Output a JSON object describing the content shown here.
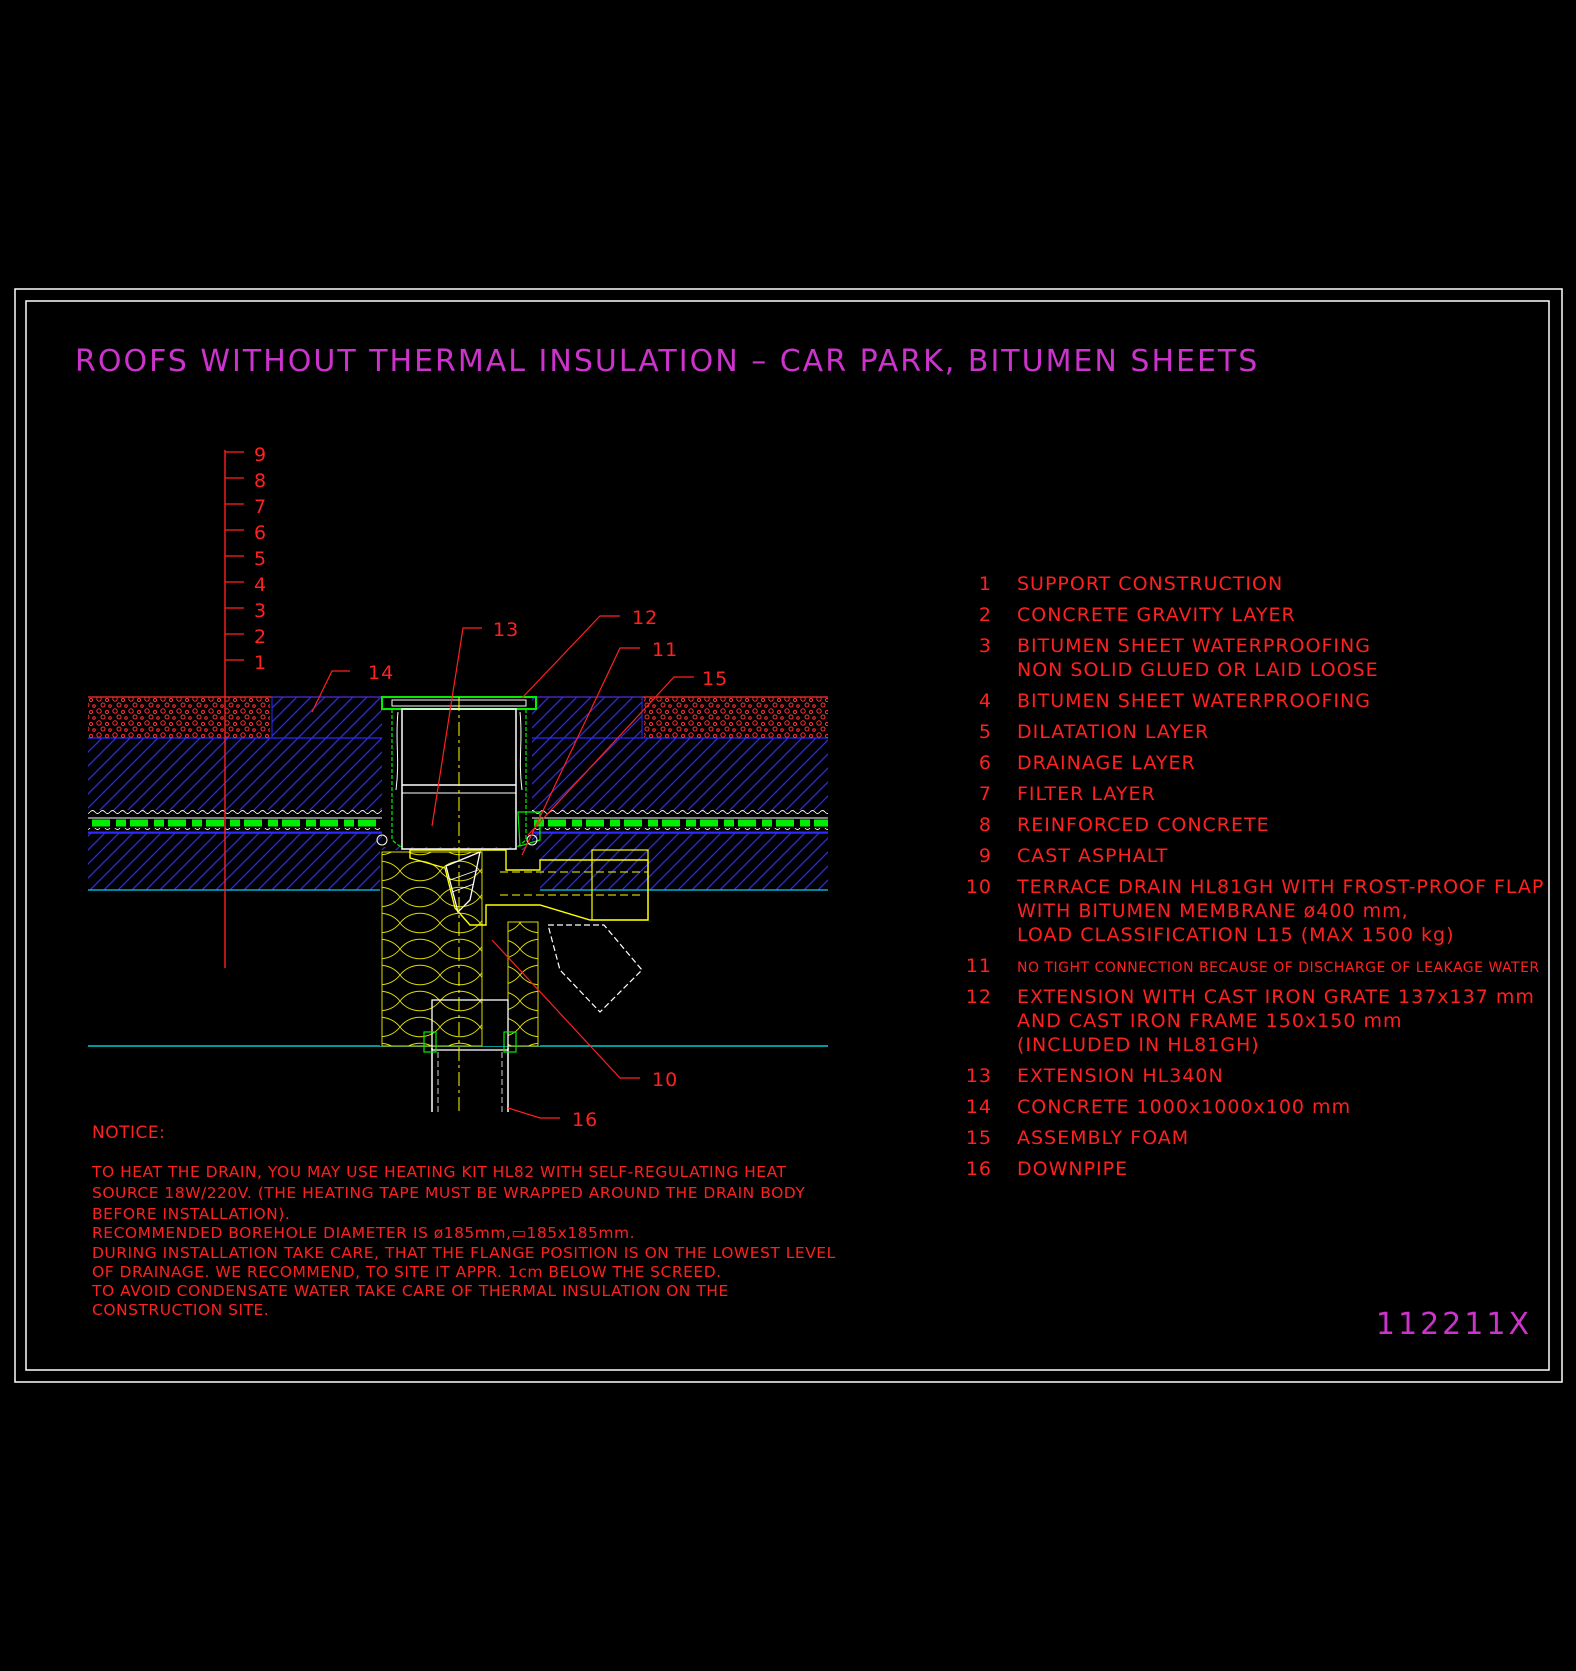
{
  "title": "ROOFS WITHOUT THERMAL INSULATION – CAR PARK, BITUMEN SHEETS",
  "drawing_code": "112211X",
  "layer_scale": [
    "1",
    "2",
    "3",
    "4",
    "5",
    "6",
    "7",
    "8",
    "9"
  ],
  "callouts": [
    "10",
    "11",
    "12",
    "13",
    "14",
    "15",
    "16"
  ],
  "legend": [
    {
      "num": "1",
      "lines": [
        "SUPPORT CONSTRUCTION"
      ]
    },
    {
      "num": "2",
      "lines": [
        "CONCRETE GRAVITY LAYER"
      ]
    },
    {
      "num": "3",
      "lines": [
        "BITUMEN SHEET WATERPROOFING",
        "NON SOLID GLUED OR LAID LOOSE"
      ]
    },
    {
      "num": "4",
      "lines": [
        "BITUMEN SHEET WATERPROOFING"
      ]
    },
    {
      "num": "5",
      "lines": [
        "DILATATION LAYER"
      ]
    },
    {
      "num": "6",
      "lines": [
        "DRAINAGE LAYER"
      ]
    },
    {
      "num": "7",
      "lines": [
        "FILTER LAYER"
      ]
    },
    {
      "num": "8",
      "lines": [
        "REINFORCED CONCRETE"
      ]
    },
    {
      "num": "9",
      "lines": [
        "CAST ASPHALT"
      ]
    },
    {
      "num": "10",
      "lines": [
        "TERRACE DRAIN HL81GH WITH FROST-PROOF FLAP",
        "WITH BITUMEN MEMBRANE ø400 mm,",
        "LOAD CLASSIFICATION L15 (MAX 1500 kg)"
      ]
    },
    {
      "num": "11",
      "lines": [
        "NO TIGHT CONNECTION BECAUSE OF DISCHARGE OF LEAKAGE WATER"
      ]
    },
    {
      "num": "12",
      "lines": [
        "EXTENSION WITH CAST IRON GRATE 137x137 mm",
        "AND CAST IRON FRAME 150x150 mm",
        "(INCLUDED IN HL81GH)"
      ]
    },
    {
      "num": "13",
      "lines": [
        "EXTENSION HL340N"
      ]
    },
    {
      "num": "14",
      "lines": [
        "CONCRETE 1000x1000x100 mm"
      ]
    },
    {
      "num": "15",
      "lines": [
        "ASSEMBLY FOAM"
      ]
    },
    {
      "num": "16",
      "lines": [
        "DOWNPIPE"
      ]
    }
  ],
  "notice": {
    "heading": "NOTICE:",
    "lines": [
      "TO HEAT THE DRAIN, YOU MAY USE HEATING KIT HL82 WITH SELF-REGULATING HEAT",
      "SOURCE 18W/220V. (THE HEATING TAPE MUST BE WRAPPED AROUND THE DRAIN BODY",
      "BEFORE INSTALLATION).",
      "RECOMMENDED BOREHOLE DIAMETER IS ø185mm,▭185x185mm.",
      "DURING INSTALLATION TAKE CARE, THAT THE FLANGE POSITION IS ON THE LOWEST LEVEL",
      "OF DRAINAGE. WE RECOMMEND, TO SITE IT APPR. 1cm BELOW THE SCREED.",
      "TO AVOID CONDENSATE WATER TAKE CARE OF THERMAL INSULATION ON THE",
      "CONSTRUCTION SITE."
    ]
  },
  "colors": {
    "background": "#000000",
    "frame": "#ffffff",
    "text": "#ff2020",
    "title": "#cc33cc",
    "concrete_hatch": "#2a2aff",
    "drainage_layer": "#00ee00",
    "membrane": "#ffffff",
    "insulation": "#dddd00",
    "drain_body": "#ffff00",
    "support_line": "#00cccc"
  }
}
